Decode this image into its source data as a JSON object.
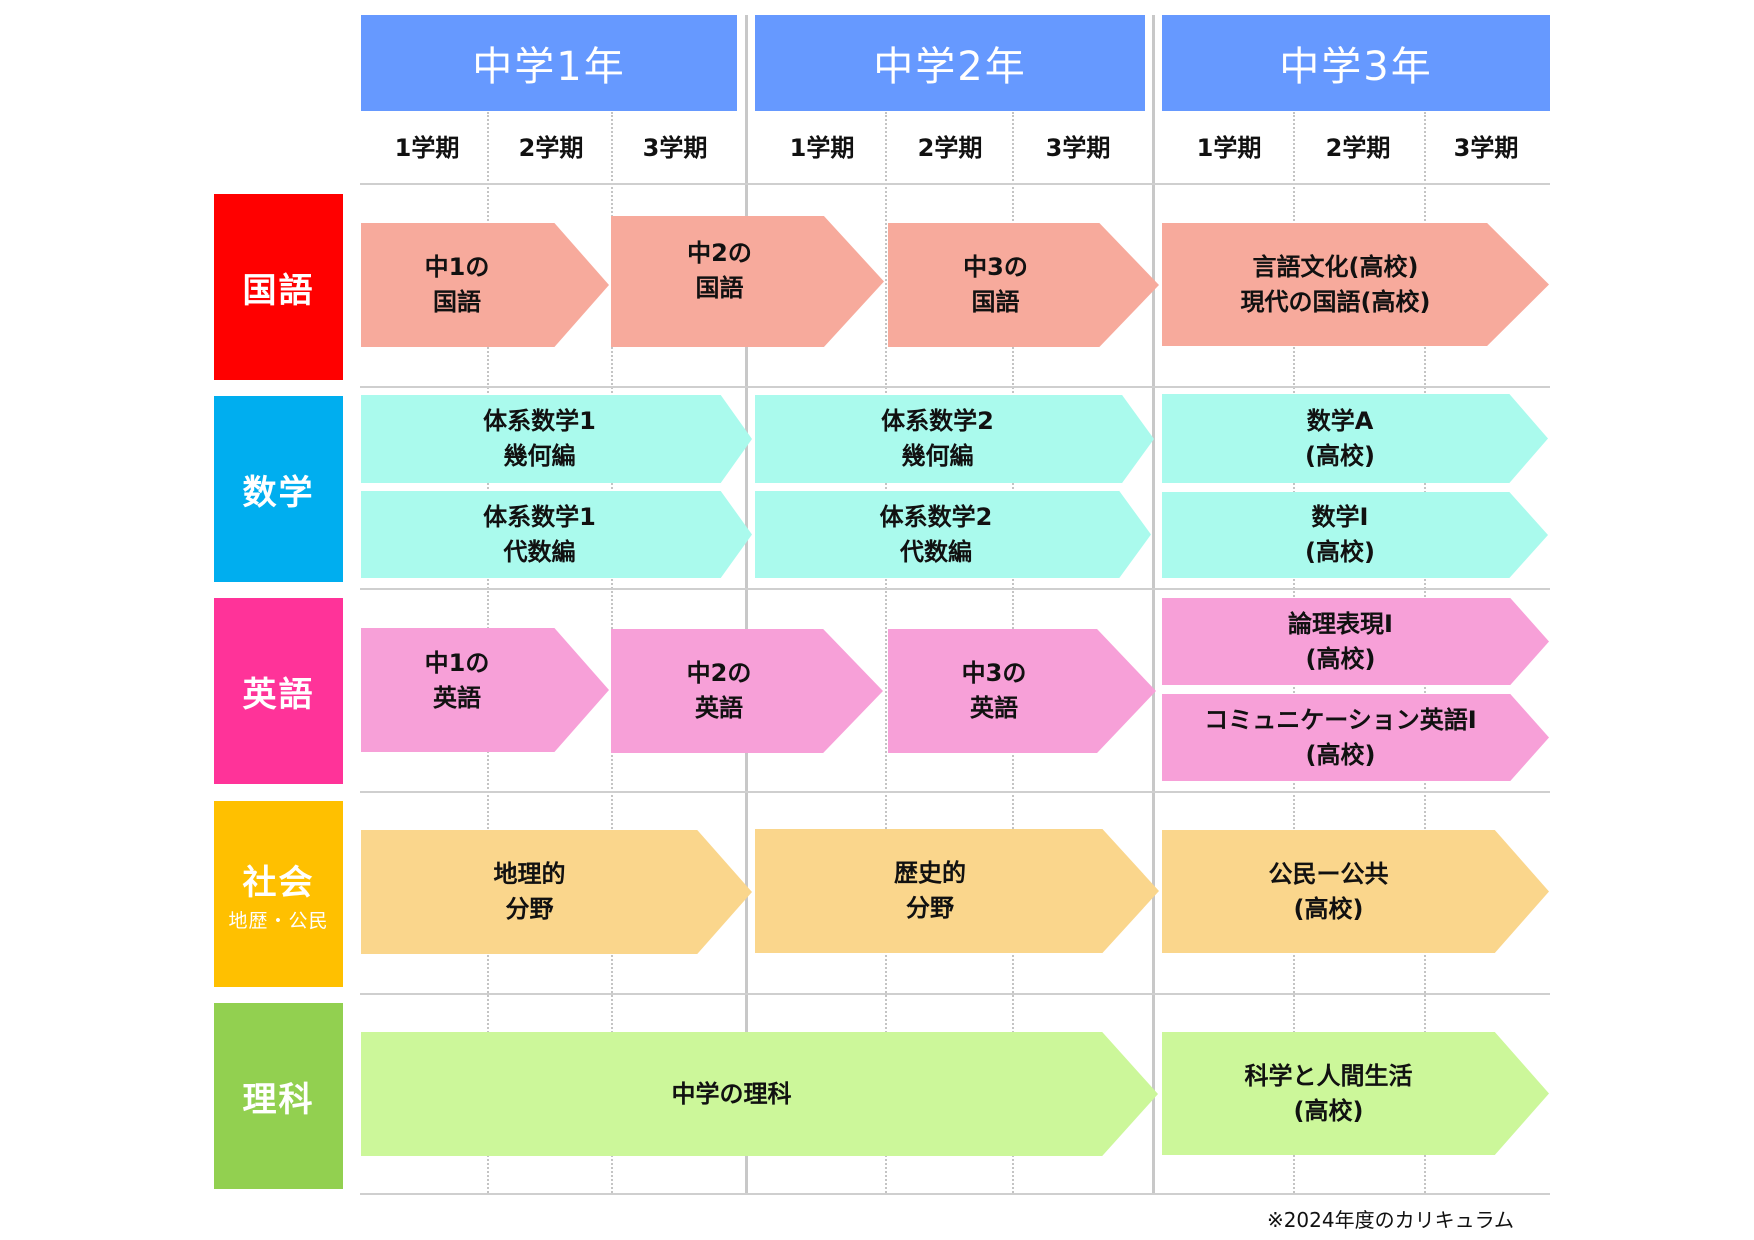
{
  "years": [
    "中学1年",
    "中学2年",
    "中学3年"
  ],
  "terms": [
    "1学期",
    "2学期",
    "3学期"
  ],
  "subjects": [
    {
      "name": "国語",
      "sub": ""
    },
    {
      "name": "数学",
      "sub": ""
    },
    {
      "name": "英語",
      "sub": ""
    },
    {
      "name": "社会",
      "sub": "地歴・公民"
    },
    {
      "name": "理科",
      "sub": ""
    }
  ],
  "colors": {
    "year_header": "#6699ff",
    "kokugo": "#ff0000",
    "kokugo_arrow": "#f7aa9c",
    "sugaku": "#00aeef",
    "sugaku_arrow": "#aafaed",
    "eigo": "#ff3399",
    "eigo_arrow": "#f7a0d8",
    "shakai": "#ffc000",
    "shakai_arrow": "#fad68c",
    "rika": "#92d050",
    "rika_arrow": "#ccf79a"
  },
  "courses": {
    "kokugo": [
      "中1の\n国語",
      "中2の\n国語",
      "中3の\n国語",
      "言語文化(高校)\n現代の国語(高校)"
    ],
    "sugaku": [
      "体系数学1\n幾何編",
      "体系数学2\n幾何編",
      "数学A\n(高校)",
      "体系数学1\n代数編",
      "体系数学2\n代数編",
      "数学Ⅰ\n(高校)"
    ],
    "eigo": [
      "中1の\n英語",
      "中2の\n英語",
      "中3の\n英語",
      "論理表現Ⅰ\n(高校)",
      "コミュニケーション英語Ⅰ\n(高校)"
    ],
    "shakai": [
      "地理的\n分野",
      "歴史的\n分野",
      "公民ー公共\n(高校)"
    ],
    "rika": [
      "中学の理科",
      "科学と人間生活\n(高校)"
    ]
  },
  "note": "※2024年度のカリキュラム"
}
